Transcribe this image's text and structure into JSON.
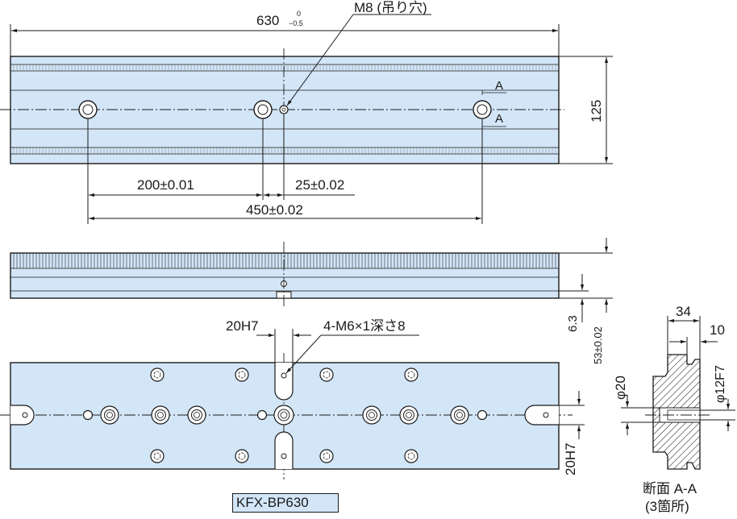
{
  "labels": {
    "length": "630",
    "tol_upper": "0",
    "tol_lower": "−0.5",
    "hoist_hole": "M8 (吊り穴)",
    "section_mark": "A",
    "width": "125",
    "pitch_200": "200±0.01",
    "offset_25": "25±0.02",
    "pitch_450": "450±0.02",
    "dim_6_3": "6.3",
    "dim_53": "53±0.02",
    "slot_20h7_top": "20H7",
    "tapped_holes": "4-M6×1深さ8",
    "slot_20h7_side": "20H7",
    "sec_34": "34",
    "sec_10": "10",
    "sec_phi20": "φ20",
    "sec_phi12": "φ12F7",
    "section_title": "断面 A-A",
    "section_count": "(3箇所)",
    "model": "KFX-BP630"
  },
  "colors": {
    "plate_fill": "#d3e6f8",
    "line": "#1a1a1a"
  }
}
